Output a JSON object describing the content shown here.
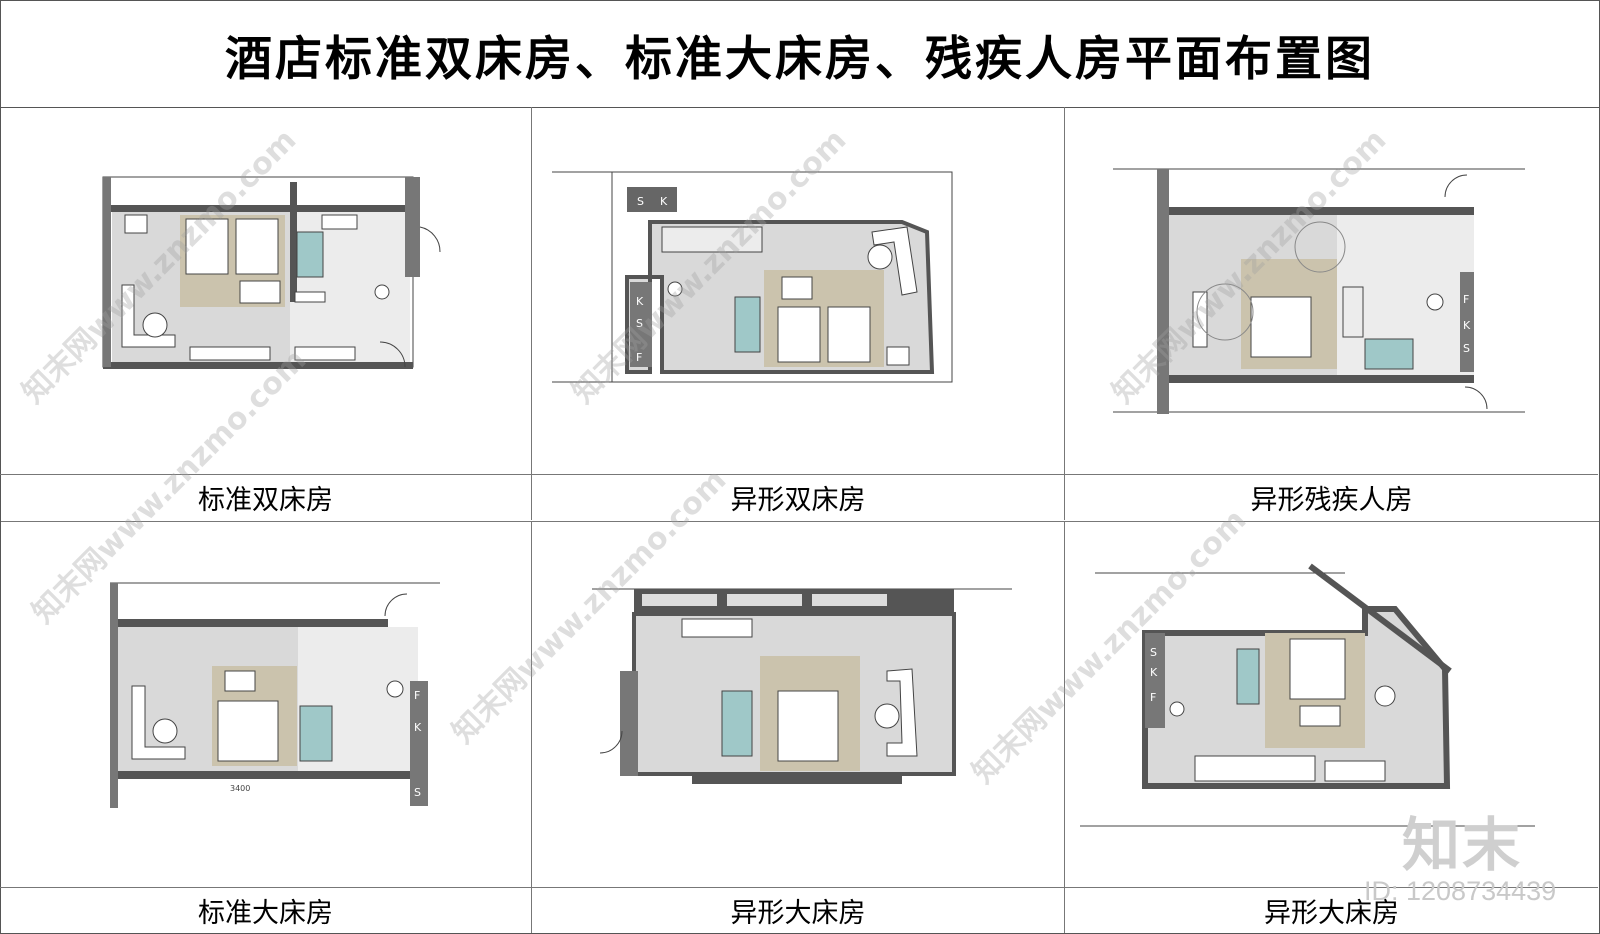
{
  "title": "酒店标准双床房、标准大床房、残疾人房平面布置图",
  "rooms": [
    {
      "caption": "标准双床房"
    },
    {
      "caption": "异形双床房"
    },
    {
      "caption": "异形残疾人房"
    },
    {
      "caption": "标准大床房"
    },
    {
      "caption": "异形大床房"
    },
    {
      "caption": "异形大床房"
    }
  ],
  "shaft_labels": {
    "s": "S",
    "k": "K",
    "f": "F"
  },
  "dimension_label": "3400",
  "watermark": {
    "site": "知末网www.znzmo.com",
    "logo": "知末",
    "id": "ID: 1208734439"
  },
  "colors": {
    "wall": "#555555",
    "floor": "#d9d9d9",
    "rug": "#cbc3ad",
    "bath": "#9fc8c8",
    "line": "#444444"
  }
}
